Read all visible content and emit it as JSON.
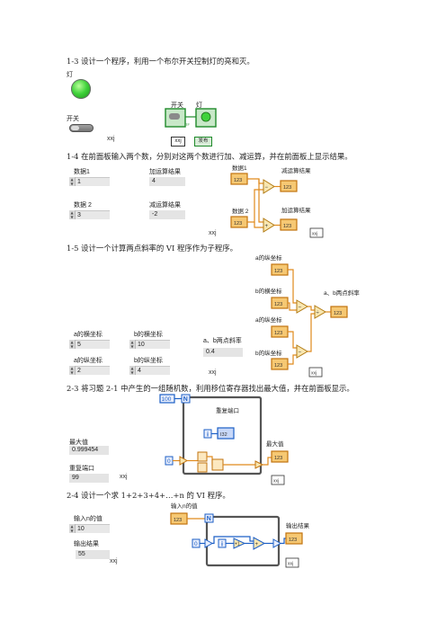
{
  "s13": {
    "heading": "1-3 设计一个程序，利用一个布尔开关控制灯的亮和灭。",
    "lamp_label": "灯",
    "switch_label": "开关",
    "diagram_switch_label": "开关",
    "diagram_lamp_label": "灯",
    "tf": "TF",
    "stop_label": "发布",
    "author": "xxj",
    "lamp_color": "#3fd23a"
  },
  "s14": {
    "heading": "1-4 在前面板输入两个数，分别对这两个数进行加、减运算，并在前面板上显示结果。",
    "num1_label": "数据1",
    "num1_value": "1",
    "num2_label": "数据 2",
    "num2_value": "3",
    "add_label": "加运算结果",
    "add_value": "4",
    "sub_label": "减运算结果",
    "sub_value": "-2",
    "diagram_num1": "数据1",
    "diagram_num2": "数据 2",
    "diagram_sub": "减运算结果",
    "diagram_add": "加运算结果",
    "author": "xxj"
  },
  "s15": {
    "heading": "1-5 设计一个计算两点斜率的 VI 程序作为子程序。",
    "ax_label": "a的横坐标",
    "ax_value": "5",
    "bx_label": "b的横坐标",
    "bx_value": "10",
    "ay_label": "a的纵坐标",
    "ay_value": "2",
    "by_label": "b的纵坐标",
    "by_value": "4",
    "slope_label": "a、b两点斜率",
    "slope_value": "0.4",
    "d_ay": "a的纵坐标",
    "d_ax": "b的横坐标",
    "d_bx": "a的纵坐标",
    "d_by": "b的纵坐标",
    "d_slope": "a、b两点斜率",
    "author": "xxj"
  },
  "s23": {
    "heading": "2-3 将习题 2-1 中产生的一组随机数，利用移位寄存器找出最大值，并在前面板显示。",
    "max_label": "最大值",
    "max_value": "0.999454",
    "iter_label": "重复端口",
    "iter_value": "99",
    "n_const": "100",
    "d_iter": "重复端口",
    "d_max": "最大值",
    "zero": "0",
    "author": "xxj"
  },
  "s24": {
    "heading": "2-4 设计一个求 1+2+3+4+…+n 的 VI 程序。",
    "n_label": "输入n的值",
    "n_value": "10",
    "out_label": "输出结果",
    "out_value": "55",
    "d_n": "输入n的值",
    "d_out": "输出结果",
    "zero": "0",
    "author": "xxj"
  },
  "terminal": {
    "i32": "I32",
    "dbl": "123",
    "n": "N",
    "i": "i",
    "plus": "+",
    "minus": "−",
    "div": "÷",
    "inc": "+1",
    "exe": "xxj"
  },
  "colors": {
    "int_wire": "#1c5fc6",
    "dbl_wire": "#e08a1c",
    "bool_wire": "#1f8a2a",
    "loop_border": "#555555"
  }
}
